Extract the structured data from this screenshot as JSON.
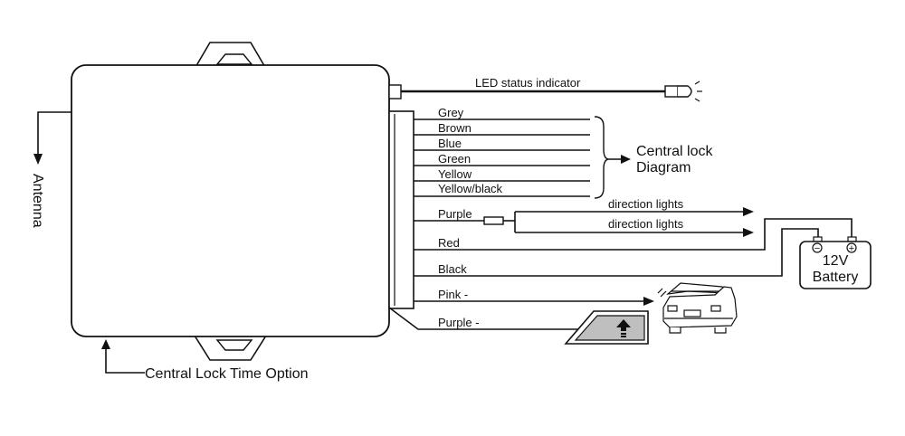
{
  "module": {
    "led_label": "LED status indicator",
    "antenna_label": "Antenna",
    "time_option_label": "Central Lock Time Option"
  },
  "central_lock": {
    "wires": [
      "Grey",
      "Brown",
      "Blue",
      "Green",
      "Yellow",
      "Yellow/black"
    ],
    "target_line1": "Central lock",
    "target_line2": "Diagram"
  },
  "direction": {
    "wire": "Purple",
    "out1": "direction lights",
    "out2": "direction lights"
  },
  "power": {
    "red": "Red",
    "black": "Black",
    "battery_line1": "12V",
    "battery_line2": "Battery",
    "minus": "−",
    "plus": "+"
  },
  "outputs": {
    "pink": "Pink -",
    "purple_neg": "Purple -"
  }
}
